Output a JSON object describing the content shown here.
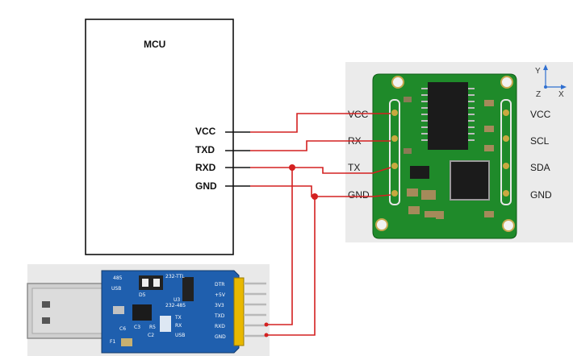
{
  "mcu": {
    "title": "MCU",
    "pins": [
      "VCC",
      "TXD",
      "RXD",
      "GND"
    ]
  },
  "module": {
    "left_pins": [
      "VCC",
      "RX",
      "TX",
      "GND"
    ],
    "right_pins": [
      "VCC",
      "SCL",
      "SDA",
      "GND"
    ],
    "axes": {
      "y": "Y",
      "z": "Z",
      "x": "X"
    }
  },
  "usb_adapter": {
    "top_labels": [
      "485",
      "232-TTL",
      "232-485"
    ],
    "pin_labels": [
      "DTR",
      "+5V",
      "3V3",
      "TXD",
      "RXD",
      "GND"
    ],
    "parts": [
      "USB",
      "F1",
      "C6",
      "C3",
      "R5",
      "C2",
      "D5",
      "U3"
    ],
    "leds": [
      "TX",
      "RX",
      "USB"
    ]
  },
  "colors": {
    "wire": "#d42020",
    "pcb_green": "#1f8a2a",
    "adapter_blue": "#1f5fae",
    "gold": "#e8b800"
  }
}
